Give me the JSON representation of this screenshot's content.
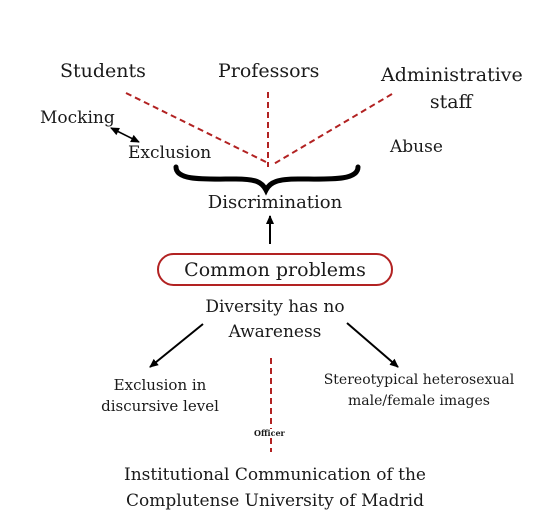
{
  "diagram": {
    "top_labels": {
      "students": "Students",
      "professors": "Professors",
      "administrative_staff_line1": "Administrative",
      "administrative_staff_line2": "staff"
    },
    "mocking": "Mocking",
    "exclusion": "Exclusion",
    "abuse": "Abuse",
    "discrimination": "Discrimination",
    "common_problems": "Common problems",
    "diversity_line1": "Diversity has no",
    "diversity_line2": "Awareness",
    "exclusion_discursive_line1": "Exclusion in",
    "exclusion_discursive_line2": "discursive level",
    "stereotypical_line1": "Stereotypical heterosexual",
    "stereotypical_line2": "male/female images",
    "officer": "Officer",
    "footer_line1": "Institutional Communication of the",
    "footer_line2": "Complutense University of Madrid",
    "colors": {
      "dashed_line": "#b22222",
      "box_border": "#b22222",
      "arrow": "#000000",
      "text": "#1a1a1a"
    }
  }
}
